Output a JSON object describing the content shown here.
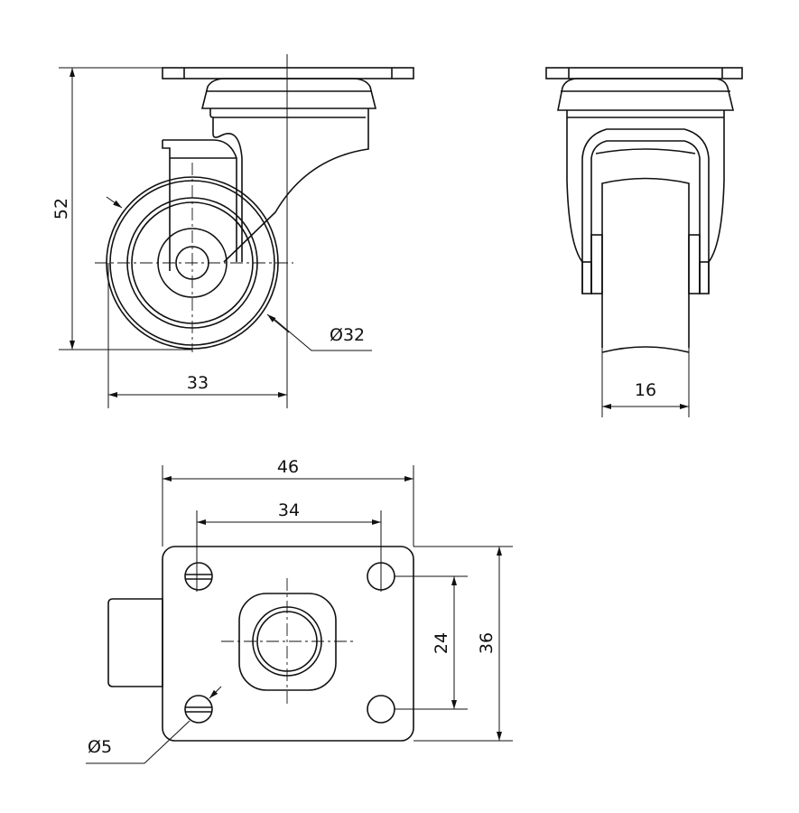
{
  "drawing": {
    "side_view": {
      "height_label": "52",
      "offset_label": "33",
      "wheel_diameter_label": "Ø32"
    },
    "front_view": {
      "wheel_width_label": "16"
    },
    "plate_view": {
      "plate_width_label": "46",
      "hole_spacing_x_label": "34",
      "hole_spacing_y_label": "24",
      "plate_depth_label": "36",
      "hole_diameter_label": "Ø5"
    },
    "colors": {
      "line": "#111111",
      "background": "#ffffff"
    }
  }
}
